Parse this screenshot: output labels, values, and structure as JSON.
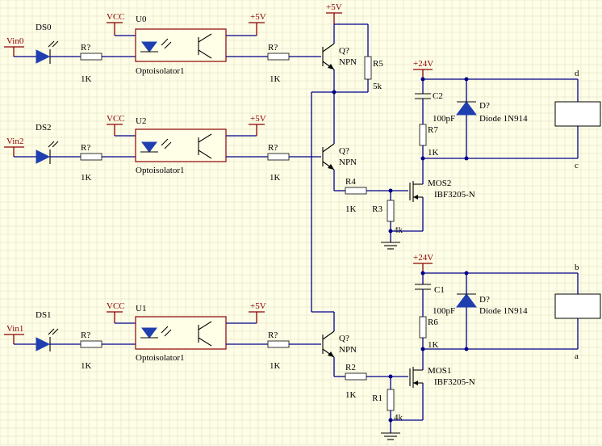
{
  "labels": {
    "vin0": "Vin0",
    "vin2": "Vin2",
    "vin1": "Vin1",
    "ds0": "DS0",
    "ds2": "DS2",
    "ds1": "DS1",
    "r_unknown": "R?",
    "r_1k": "1K",
    "vcc": "VCC",
    "p5v": "+5V",
    "p24v": "+24V",
    "u0": "U0",
    "u2": "U2",
    "u1": "U1",
    "opto": "Optoisolator1",
    "q_unknown": "Q?",
    "npn": "NPN",
    "r5": "R5",
    "r5_val": "5k",
    "r4": "R4",
    "r2": "R2",
    "r3": "R3",
    "r1": "R1",
    "r_4k": "4k",
    "r7": "R7",
    "r6": "R6",
    "c2": "C2",
    "c1": "C1",
    "c_val": "100pF",
    "d_unknown": "D?",
    "diode": "Diode 1N914",
    "mos2": "MOS2",
    "mos1": "MOS1",
    "mos_part": "IBF3205-N",
    "node_a": "a",
    "node_b": "b",
    "node_c": "c",
    "node_d": "d"
  },
  "colors": {
    "background": "#fefee6",
    "wire": "#00008b",
    "component": "#000000",
    "power_symbol": "#8b0000",
    "led_diode_fill": "#1f3fb0"
  }
}
